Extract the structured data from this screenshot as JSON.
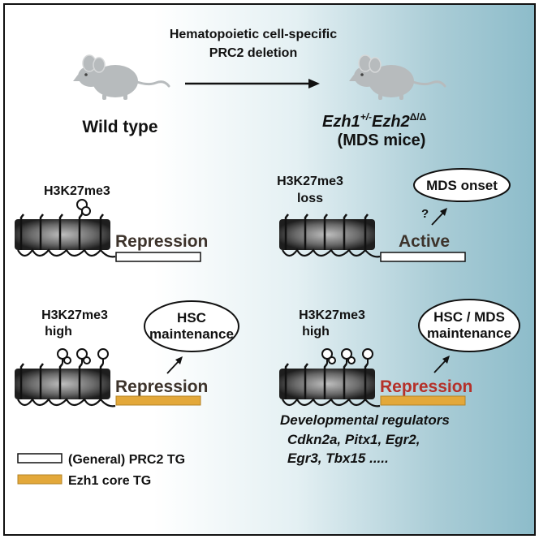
{
  "header": {
    "line1": "Hematopoietic cell-specific",
    "line2": "PRC2 deletion"
  },
  "left": {
    "genotype": "Wild type",
    "top_mark": "H3K27me3",
    "top_state": "Repression",
    "bottom_mark": "H3K27me3",
    "bottom_level": "high",
    "bottom_bubble_1": "HSC",
    "bottom_bubble_2": "maintenance",
    "bottom_state": "Repression"
  },
  "right": {
    "genotype_ezh1": "Ezh1",
    "genotype_ezh1_sup": "+/-",
    "genotype_ezh2": "Ezh2",
    "genotype_ezh2_sup": "Δ/Δ",
    "genotype_line2": "(MDS mice)",
    "top_mark": "H3K27me3",
    "top_level": "loss",
    "top_question": "?",
    "top_bubble": "MDS onset",
    "top_state": "Active",
    "bottom_mark": "H3K27me3",
    "bottom_level": "high",
    "bottom_bubble_1": "HSC / MDS",
    "bottom_bubble_2": "maintenance",
    "bottom_state": "Repression",
    "regulators_title": "Developmental regulators",
    "regulators_line1": "Cdkn2a, Pitx1, Egr2,",
    "regulators_line2": "Egr3, Tbx15 ....."
  },
  "legend": {
    "general": "(General) PRC2 TG",
    "ezh1": "Ezh1 core TG"
  },
  "colors": {
    "ezh1_bar": "#e3a83a",
    "repression_red": "#b5312a",
    "mouse": "#b7bbbd",
    "nucleosome": "#2b2b2b"
  }
}
